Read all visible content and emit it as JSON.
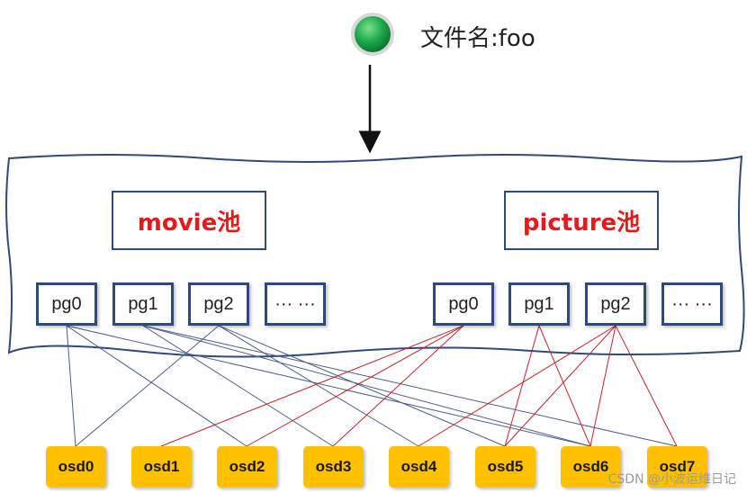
{
  "file": {
    "label": "文件名:foo",
    "node_color": "#1aa84a"
  },
  "pools": [
    {
      "name": "movie池",
      "pgs": [
        "pg0",
        "pg1",
        "pg2",
        "··· ···"
      ]
    },
    {
      "name": "picture池",
      "pgs": [
        "pg0",
        "pg1",
        "pg2",
        "··· ···"
      ]
    }
  ],
  "osds": [
    "osd0",
    "osd1",
    "osd2",
    "osd3",
    "osd4",
    "osd5",
    "osd6",
    "osd7"
  ],
  "mappings": {
    "movie": {
      "color": "#4a5f8c",
      "links": [
        [
          0,
          0
        ],
        [
          0,
          2
        ],
        [
          0,
          6
        ],
        [
          1,
          3
        ],
        [
          1,
          6
        ],
        [
          1,
          7
        ],
        [
          2,
          0
        ],
        [
          2,
          4
        ],
        [
          2,
          5
        ]
      ]
    },
    "picture": {
      "color": "#c0262b",
      "links": [
        [
          0,
          1
        ],
        [
          0,
          2
        ],
        [
          0,
          3
        ],
        [
          1,
          5
        ],
        [
          1,
          6
        ],
        [
          2,
          4
        ],
        [
          2,
          5
        ],
        [
          2,
          6
        ],
        [
          2,
          7
        ]
      ]
    }
  },
  "colors": {
    "pool_text": "#e8191d",
    "box_border": "#2c4a7c",
    "osd_fill": "#ffc000"
  },
  "watermark": "CSDN @小波运维日记"
}
